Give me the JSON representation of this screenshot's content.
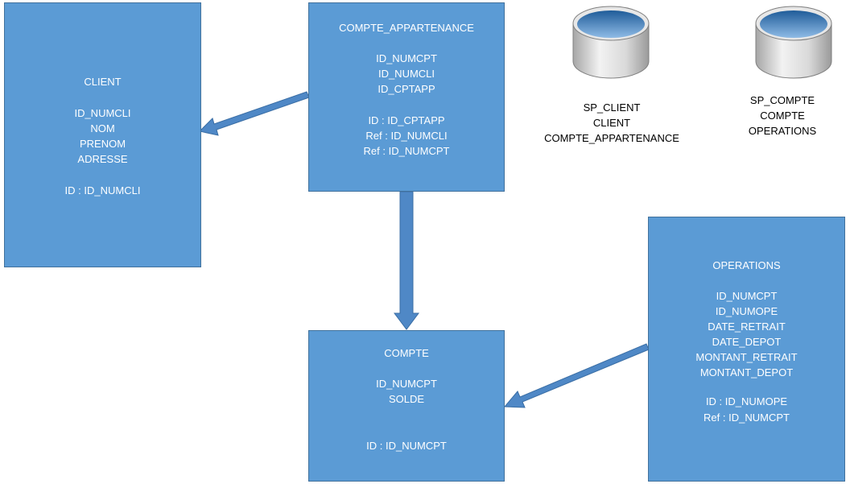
{
  "client": {
    "title": "CLIENT",
    "fields": [
      "ID_NUMCLI",
      "NOM",
      "PRENOM",
      "ADRESSE"
    ],
    "keys": [
      "ID : ID_NUMCLI"
    ]
  },
  "compte_appartenance": {
    "title": "COMPTE_APPARTENANCE",
    "fields": [
      "ID_NUMCPT",
      "ID_NUMCLI",
      "ID_CPTAPP"
    ],
    "keys": [
      "ID : ID_CPTAPP",
      "Ref : ID_NUMCLI",
      "Ref : ID_NUMCPT"
    ]
  },
  "compte": {
    "title": "COMPTE",
    "fields": [
      "ID_NUMCPT",
      "SOLDE"
    ],
    "keys": [
      "ID : ID_NUMCPT"
    ]
  },
  "operations": {
    "title": "OPERATIONS",
    "fields": [
      "ID_NUMCPT",
      "ID_NUMOPE",
      "DATE_RETRAIT",
      "DATE_DEPOT",
      "MONTANT_RETRAIT",
      "MONTANT_DEPOT"
    ],
    "keys": [
      "ID : ID_NUMOPE",
      "Ref : ID_NUMCPT"
    ]
  },
  "databases": [
    {
      "name": "SP_CLIENT",
      "tables": [
        "CLIENT",
        "COMPTE_APPARTENANCE"
      ]
    },
    {
      "name": "SP_COMPTE",
      "tables": [
        "COMPTE",
        "OPERATIONS"
      ]
    }
  ],
  "colors": {
    "entity_fill": "#5b9bd5",
    "entity_border": "#41719c",
    "arrow_fill": "#4f88c6",
    "arrow_stroke": "#3a6ea5"
  }
}
